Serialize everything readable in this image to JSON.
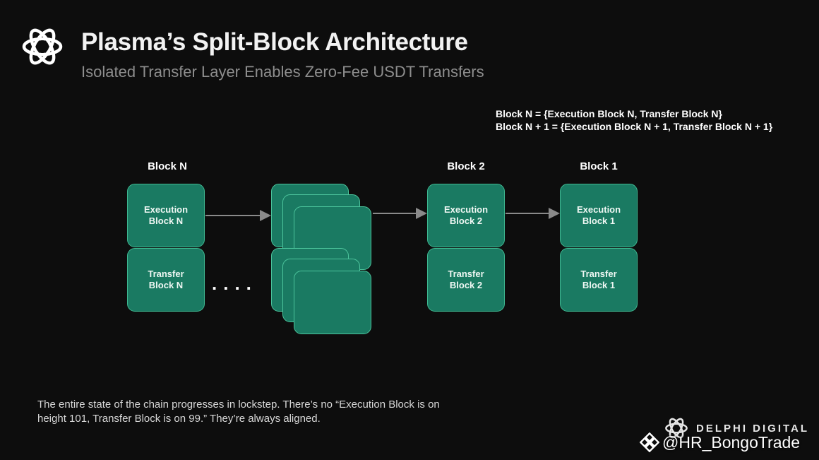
{
  "header": {
    "title": "Plasma’s Split-Block Architecture",
    "subtitle": "Isolated Transfer Layer Enables Zero-Fee USDT Transfers"
  },
  "formula": {
    "line1": "Block N = {Execution Block N, Transfer Block N}",
    "line2": "Block N + 1 = {Execution Block N + 1, Transfer Block N + 1}"
  },
  "diagram": {
    "columns": [
      {
        "label": "Block N",
        "execution": [
          "Execution",
          "Block N"
        ],
        "transfer": [
          "Transfer",
          "Block N"
        ]
      },
      {
        "label": "Block 2",
        "execution": [
          "Execution",
          "Block 2"
        ],
        "transfer": [
          "Transfer",
          "Block 2"
        ]
      },
      {
        "label": "Block 1",
        "execution": [
          "Execution",
          "Block 1"
        ],
        "transfer": [
          "Transfer",
          "Block 1"
        ]
      }
    ],
    "ellipsis": "....",
    "colors": {
      "block_fill": "#1a7a62",
      "block_border": "#3fb891",
      "arrow": "#8a8a8a",
      "background": "#0d0d0d"
    }
  },
  "note": "The entire state of the chain progresses in lockstep. There’s no “Execution Block is on height 101, Transfer Block is on 99.” They’re always aligned.",
  "brand": {
    "name": "DELPHI DIGITAL",
    "logo_icon": "flower-knot-icon"
  },
  "watermark": {
    "text": "@HR_BongoTrade",
    "icon": "binance-diamond-icon"
  }
}
